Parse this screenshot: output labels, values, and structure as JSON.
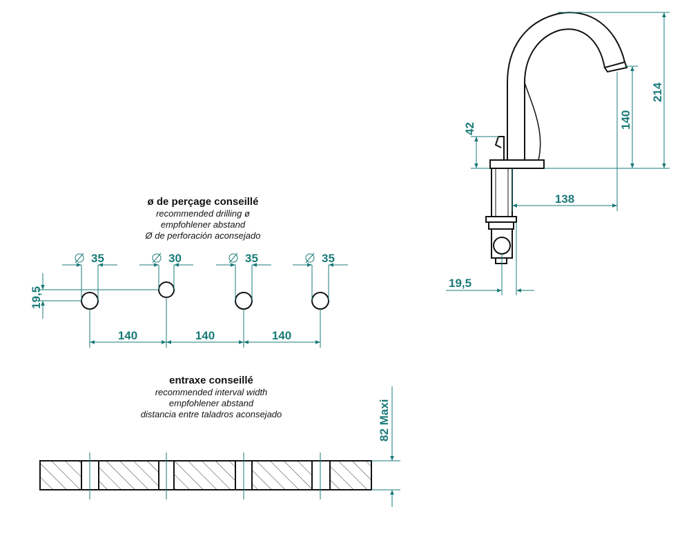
{
  "colors": {
    "dimension": "#1a7a78",
    "outline": "#111111",
    "background": "#ffffff"
  },
  "drilling": {
    "title": "ø de perçage conseillé",
    "lines": [
      "recommended drilling ø",
      "empfohlener abstand",
      "Ø de perforación aconsejado"
    ],
    "holes": [
      {
        "diameter": "35",
        "symbol": "Ø"
      },
      {
        "diameter": "30",
        "symbol": "Ø"
      },
      {
        "diameter": "35",
        "symbol": "Ø"
      },
      {
        "diameter": "35",
        "symbol": "Ø"
      }
    ],
    "spacings": [
      "140",
      "140",
      "140"
    ],
    "offset": "19,5"
  },
  "interval": {
    "title": "entraxe conseillé",
    "lines": [
      "recommended interval width",
      "empfohlener abstand",
      "distancia entre taladros aconsejado"
    ],
    "max_thickness": "82 Maxi"
  },
  "faucet": {
    "height_total": "214",
    "height_spout": "140",
    "height_base": "42",
    "reach": "138",
    "offset": "19,5"
  }
}
